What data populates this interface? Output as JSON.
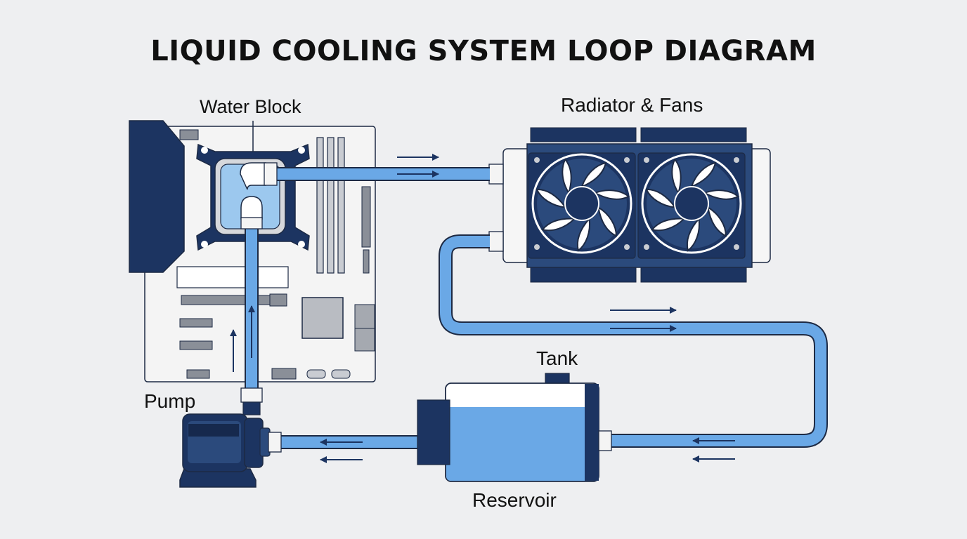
{
  "title": "LIQUID COOLING SYSTEM LOOP DIAGRAM",
  "labels": {
    "water_block": "Water Block",
    "radiator": "Radiator & Fans",
    "tank": "Tank",
    "pump": "Pump",
    "reservoir": "Reservoir"
  },
  "colors": {
    "navy": "#1c3461",
    "coolant": "#6aa8e6",
    "outline": "#1d2a44",
    "board": "#f4f4f4",
    "background": "#eeeff1"
  },
  "flow_direction": "clockwise: water block → radiator → reservoir → pump → water block"
}
